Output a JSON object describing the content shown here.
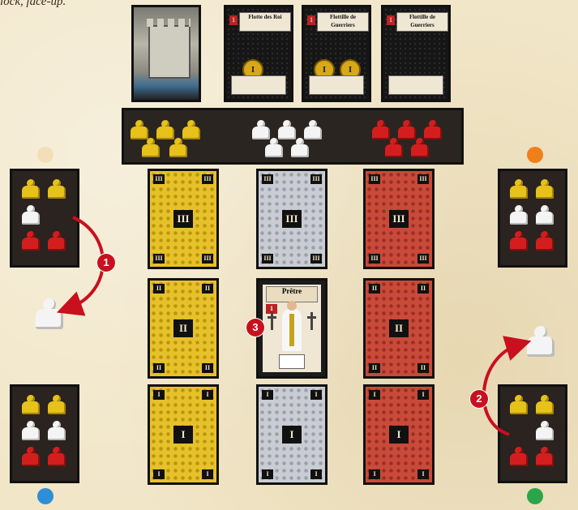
{
  "caption": "lock, face-up.",
  "top_row": {
    "ship_cards": [
      {
        "title": "Flotte des Roi",
        "number": "1",
        "coins": [
          "I"
        ]
      },
      {
        "title": "Flottille de Guerriers",
        "number": "1",
        "coins": [
          "I",
          "I"
        ]
      },
      {
        "title": "Flottille de Guerriers",
        "number": "1",
        "coins": []
      }
    ]
  },
  "decks": {
    "roman_3": "III",
    "roman_2": "II",
    "roman_1": "I"
  },
  "priest_card": {
    "title": "Prêtre",
    "number": "1"
  },
  "markers": [
    "1",
    "2",
    "3"
  ],
  "colors": {
    "yellow": "#e7c12a",
    "white": "#c9cdd3",
    "red": "#c94a3a",
    "token_beige": "#f2dfb8",
    "token_orange": "#f07f1a",
    "token_blue": "#2f8fd6",
    "token_green": "#2aa64a",
    "marker_red": "#c8101e"
  }
}
